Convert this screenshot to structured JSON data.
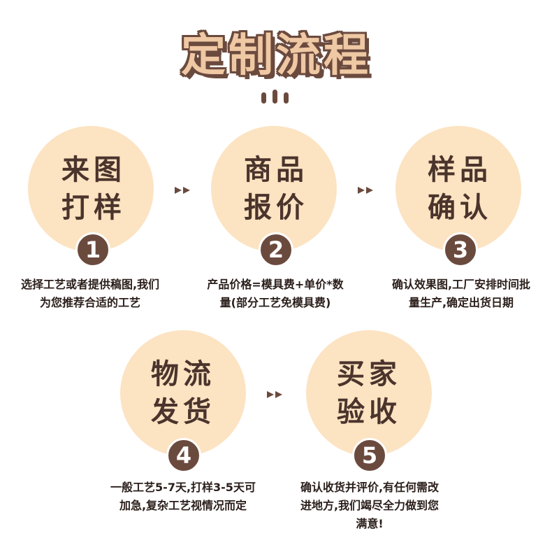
{
  "title": "定制流程",
  "steps": [
    {
      "line1": "来图",
      "line2": "打样",
      "num": "1",
      "desc": "选择工艺或者提供稿图,我们为您推荐合适的工艺"
    },
    {
      "line1": "商品",
      "line2": "报价",
      "num": "2",
      "desc": "产品价格=模具费+单价*数量(部分工艺免模具费)"
    },
    {
      "line1": "样品",
      "line2": "确认",
      "num": "3",
      "desc": "确认效果图,工厂安排时间批量生产,确定出货日期"
    },
    {
      "line1": "物流",
      "line2": "发货",
      "num": "4",
      "desc": "一般工艺5-7天,打样3-5天可加急,复杂工艺视情况而定"
    },
    {
      "line1": "买家",
      "line2": "验收",
      "num": "5",
      "desc": "确认收货并评价,有任何需改进地方,我们竭尽全力做到您满意!"
    }
  ],
  "colors": {
    "circle": "#fce3c2",
    "accent": "#6b4a3e",
    "title_fill": "#efc8a4"
  }
}
